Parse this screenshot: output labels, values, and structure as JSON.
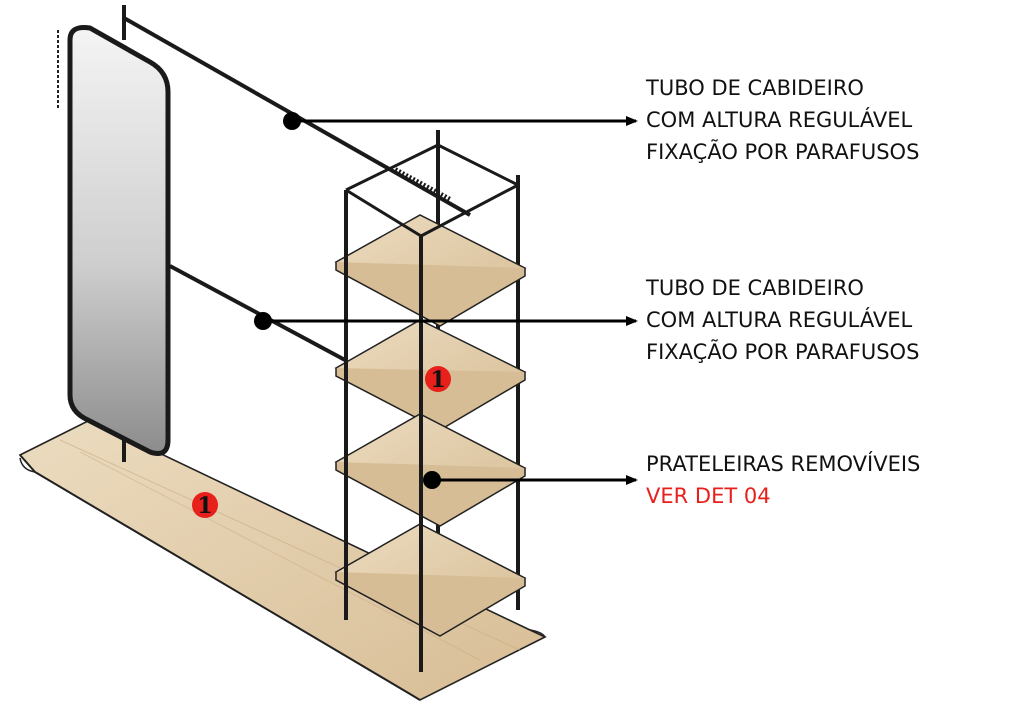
{
  "callouts": [
    {
      "lines": [
        "TUBO DE CABIDEIRO",
        "COM ALTURA REGULÁVEL",
        "FIXAÇÃO POR PARAFUSOS"
      ]
    },
    {
      "lines": [
        "TUBO DE CABIDEIRO",
        "COM ALTURA REGULÁVEL",
        "FIXAÇÃO POR PARAFUSOS"
      ]
    },
    {
      "lines": [
        "PRATELEIRAS REMOVÍVEIS"
      ],
      "ref": "VER DET 04"
    }
  ],
  "markers": [
    "1",
    "1"
  ],
  "colors": {
    "wood_light": "#e6d2b3",
    "wood_dark": "#c9ac82",
    "metal": "#1a1a1a",
    "marker": "#e8201c",
    "ref_text": "#e8201c"
  }
}
